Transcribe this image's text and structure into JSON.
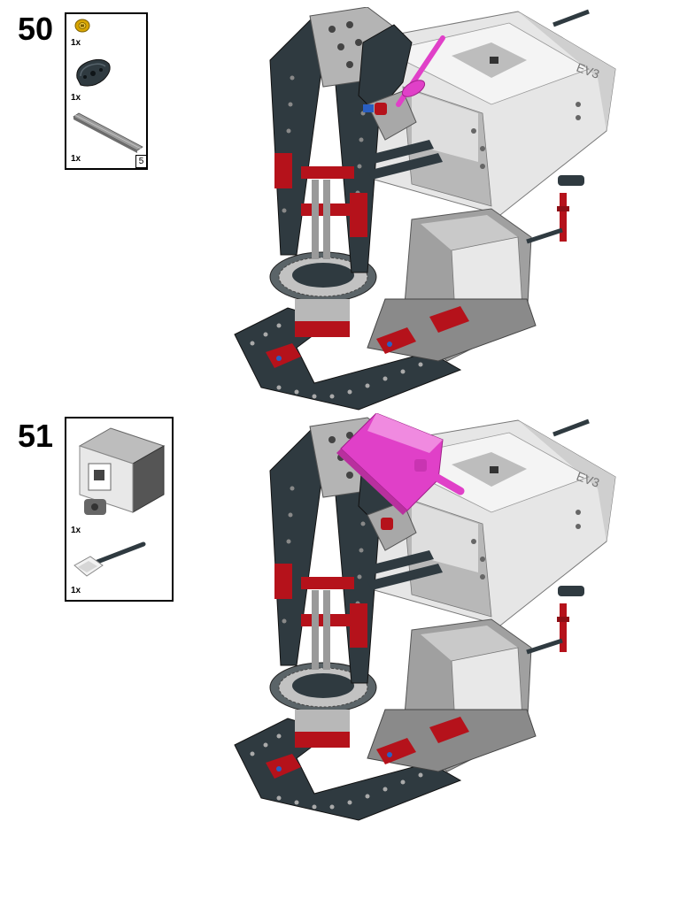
{
  "steps": [
    {
      "number": "50",
      "parts": [
        {
          "name": "yellow-bushing",
          "qty": "1x"
        },
        {
          "name": "dark-gear-cam",
          "qty": "1x"
        },
        {
          "name": "gray-axle",
          "qty": "1x",
          "length": "5"
        }
      ]
    },
    {
      "number": "51",
      "parts": [
        {
          "name": "sensor",
          "qty": "1x"
        },
        {
          "name": "cable",
          "qty": "1x"
        }
      ]
    }
  ],
  "labels": {
    "brick_logo": "EV3"
  },
  "colors": {
    "frame_dark": "#2f3a40",
    "brick_light": "#e6e6e6",
    "brick_mid": "#a8a8a8",
    "red": "#b5121b",
    "magenta": "#e040c8",
    "yellow": "#d9a600",
    "blue": "#2a5fc2"
  }
}
